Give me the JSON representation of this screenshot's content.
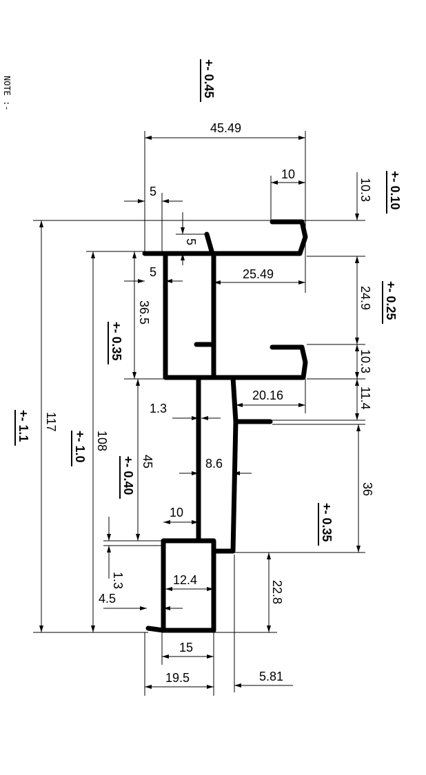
{
  "note_label": "NOTE :-",
  "dimensions": {
    "d_45_49": "45.49",
    "d_10_top": "10",
    "d_10_3_top": "10.3",
    "d_5_a": "5",
    "d_5_b": "5",
    "d_5_c": "5",
    "d_25_49": "25.49",
    "d_24_9": "24.9",
    "d_36_5": "36.5",
    "d_10_3_mid": "10.3",
    "d_20_16": "20.16",
    "d_11_4": "11.4",
    "d_1_3_a": "1.3",
    "d_117": "117",
    "d_108": "108",
    "d_45": "45",
    "d_8_6": "8.6",
    "d_36": "36",
    "d_10_bot": "10",
    "d_1_3_b": "1.3",
    "d_12_4": "12.4",
    "d_4_5": "4.5",
    "d_22_8": "22.8",
    "d_15": "15",
    "d_19_5": "19.5",
    "d_5_81": "5.81"
  },
  "tolerances": {
    "t_top": "+- 0.45",
    "t_010": "+- 0.10",
    "t_025": "+- 0.25",
    "t_035_left": "+- 0.35",
    "t_11": "+- 1.1",
    "t_10": "+- 1.0",
    "t_040": "+- 0.40",
    "t_035_right": "+- 0.35"
  }
}
